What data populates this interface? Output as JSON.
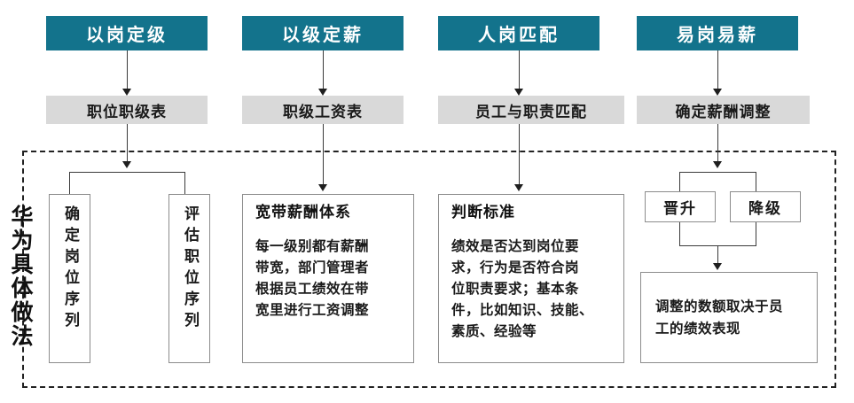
{
  "diagram": {
    "title_label": "华为具体做法",
    "columns": [
      {
        "header": "以岗定级",
        "stage": "职位职级表",
        "kind": "split-vertical",
        "items": [
          {
            "text": "确定岗位序列"
          },
          {
            "text": "评估职位序列"
          }
        ]
      },
      {
        "header": "以级定薪",
        "stage": "职级工资表",
        "kind": "text-block",
        "box_title": "宽带薪酬体系",
        "box_lines": [
          "每一级别都有薪酬",
          "带宽，部门管理者",
          "根据员工绩效在带",
          "宽里进行工资调整"
        ]
      },
      {
        "header": "人岗匹配",
        "stage": "员工与职责匹配",
        "kind": "text-block",
        "box_title": "判断标准",
        "box_lines": [
          "绩效是否达到岗位要",
          "求，行为是否符合岗",
          "位职责要求；基本条",
          "件，比如知识、技能、",
          "素质、经验等"
        ]
      },
      {
        "header": "易岗易薪",
        "stage": "确定薪酬调整",
        "kind": "branch-merge",
        "branches": [
          {
            "text": "晋升"
          },
          {
            "text": "降级"
          }
        ],
        "result_lines": [
          "调整的数额取决于员",
          "工的绩效表现"
        ]
      }
    ]
  },
  "colors": {
    "header_teal": "#13738C",
    "stage_gray": "#D9D9D9",
    "box_border": "#8c8c8c",
    "connector": "#3a3a3a",
    "dashed_border": "#222222",
    "header_text": "#ffffff",
    "body_text": "#1a1a1a"
  }
}
